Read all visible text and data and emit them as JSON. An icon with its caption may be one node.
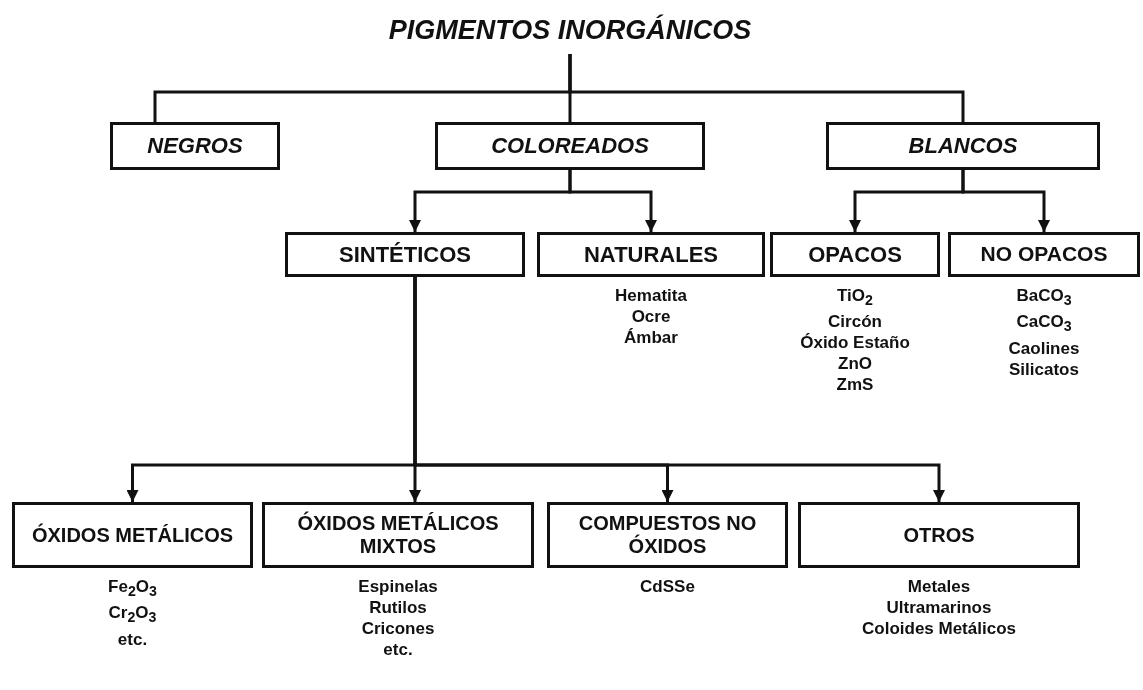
{
  "diagram": {
    "nodes": [
      {
        "text": [
          "PIGMENTOS INORGÁNICOS"
        ]
      },
      {
        "text": [
          "NEGROS"
        ]
      },
      {
        "text": [
          "COLOREADOS"
        ]
      },
      {
        "text": [
          "BLANCOS"
        ]
      },
      {
        "text": [
          "SINTÉTICOS"
        ]
      },
      {
        "text": [
          "NATURALES"
        ],
        "beside": [
          "Hematita",
          "Ocre",
          "Ámbar"
        ]
      },
      {
        "text": [
          "OPACOS"
        ],
        "beside": [
          "TiO$_{2}$",
          "Circón",
          "Óxido Estaño",
          "ZnO",
          "ZmS"
        ]
      },
      {
        "text": [
          "NO OPACOS"
        ],
        "beside": [
          "BaCO$_{3}$",
          "CaCO$_{3}$",
          "Caolines",
          "Silicatos"
        ]
      },
      {
        "text": [
          "ÓXIDOS METÁLICOS"
        ],
        "beside": [
          "Fe$_{2}$O$_{3}$",
          "Cr$_{2}$O$_{3}$",
          "etc."
        ]
      },
      {
        "text": [
          "ÓXIDOS METÁLICOS MIXTOS"
        ],
        "beside": [
          "Espinelas",
          "Rutilos",
          "Cricones",
          "etc."
        ]
      },
      {
        "text": [
          "COMPUESTOS NO ÓXIDOS"
        ],
        "beside": [
          "CdSSe"
        ]
      },
      {
        "text": [
          "OTROS"
        ],
        "beside": [
          "Metales",
          "Ultramarinos",
          "Coloides Metálicos"
        ]
      }
    ],
    "edges": [
      {
        "from": 0,
        "to": 1,
        "arrow": "none"
      },
      {
        "from": 0,
        "to": 2,
        "arrow": "none"
      },
      {
        "from": 0,
        "to": 3,
        "arrow": "none"
      },
      {
        "from": 2,
        "to": 4,
        "arrow": "to"
      },
      {
        "from": 2,
        "to": 5,
        "arrow": "to"
      },
      {
        "from": 3,
        "to": 6,
        "arrow": "to"
      },
      {
        "from": 3,
        "to": 7,
        "arrow": "to"
      },
      {
        "from": 4,
        "to": 8,
        "arrow": "to"
      },
      {
        "from": 4,
        "to": 9,
        "arrow": "to"
      },
      {
        "from": 4,
        "to": 10,
        "arrow": "to"
      },
      {
        "from": 4,
        "to": 11,
        "arrow": "to"
      }
    ]
  }
}
